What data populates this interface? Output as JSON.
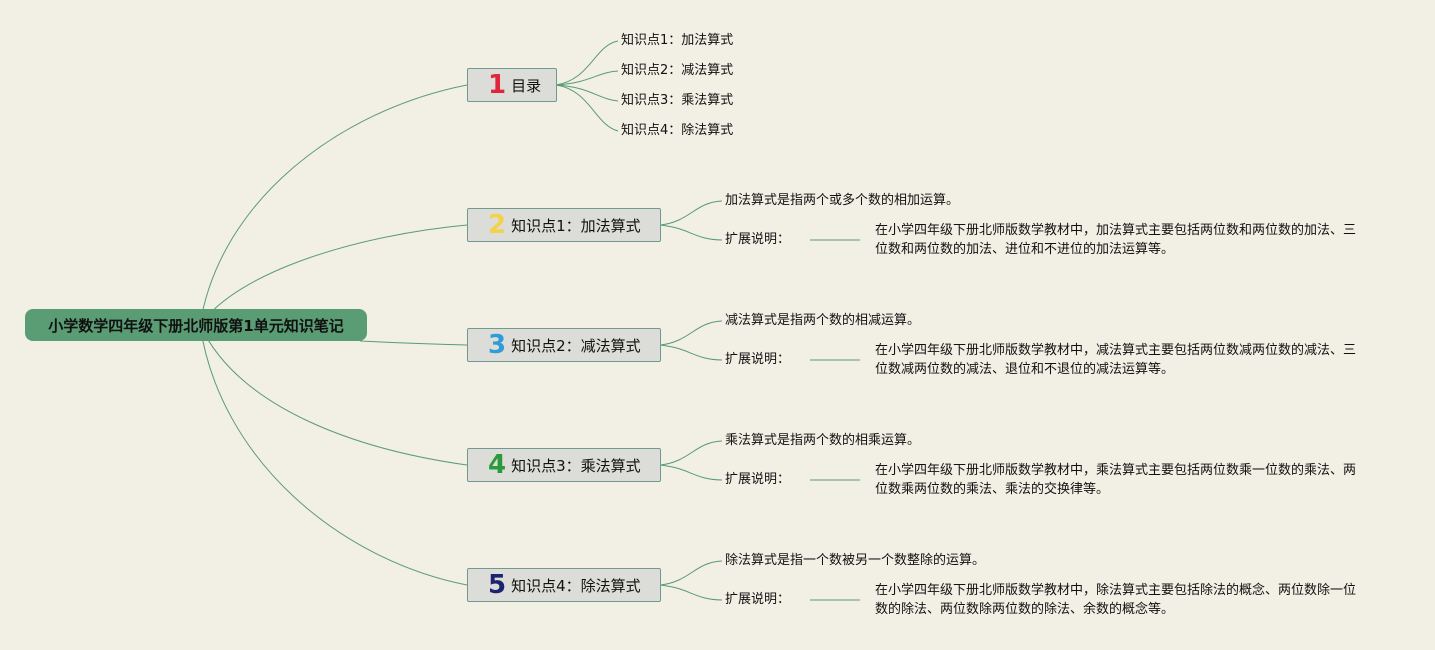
{
  "root": {
    "label": "小学数学四年级下册北师版第1单元知识笔记"
  },
  "colors": {
    "background": "#f2efe4",
    "root_fill": "#5a9c74",
    "link": "#5a9c74",
    "num1": "#e0263a",
    "num2": "#f2d24b",
    "num3": "#2f9bd8",
    "num4": "#2a9a3c",
    "num5": "#1c2470"
  },
  "branches": [
    {
      "num": "1",
      "label": "目录",
      "items": [
        "知识点1：加法算式",
        "知识点2：减法算式",
        "知识点3：乘法算式",
        "知识点4：除法算式"
      ]
    },
    {
      "num": "2",
      "label": "知识点1：加法算式",
      "definition": "加法算式是指两个或多个数的相加运算。",
      "ext_label": "扩展说明：",
      "ext_text": "在小学四年级下册北师版数学教材中，加法算式主要包括两位数和两位数的加法、三位数和两位数的加法、进位和不进位的加法运算等。"
    },
    {
      "num": "3",
      "label": "知识点2：减法算式",
      "definition": "减法算式是指两个数的相减运算。",
      "ext_label": "扩展说明：",
      "ext_text": "在小学四年级下册北师版数学教材中，减法算式主要包括两位数减两位数的减法、三位数减两位数的减法、退位和不退位的减法运算等。"
    },
    {
      "num": "4",
      "label": "知识点3：乘法算式",
      "definition": "乘法算式是指两个数的相乘运算。",
      "ext_label": "扩展说明：",
      "ext_text": "在小学四年级下册北师版数学教材中，乘法算式主要包括两位数乘一位数的乘法、两位数乘两位数的乘法、乘法的交换律等。"
    },
    {
      "num": "5",
      "label": "知识点4：除法算式",
      "definition": "除法算式是指一个数被另一个数整除的运算。",
      "ext_label": "扩展说明：",
      "ext_text": "在小学四年级下册北师版数学教材中，除法算式主要包括除法的概念、两位数除一位数的除法、两位数除两位数的除法、余数的概念等。"
    }
  ]
}
